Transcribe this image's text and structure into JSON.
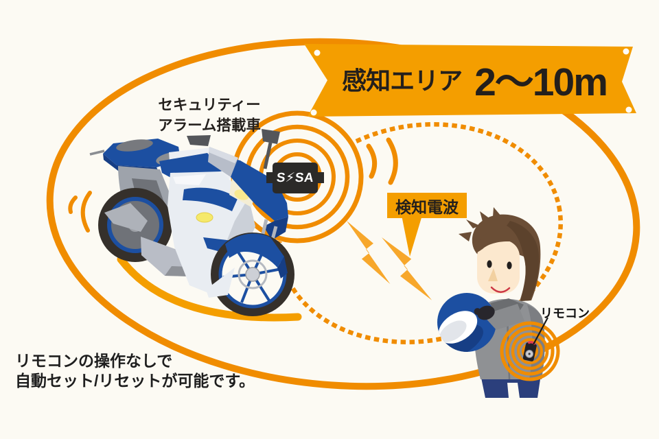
{
  "banner": {
    "label": "感知エリア",
    "value": "2〜10m"
  },
  "vehicle_label": {
    "line1": "セキュリティー",
    "line2": "アラーム搭載車"
  },
  "alarm_unit": {
    "label": "S⚡SA"
  },
  "wave_tag": {
    "label": "検知電波"
  },
  "remote_tag": {
    "label": "リモコン"
  },
  "caption": {
    "line1": "リモコンの操作なしで",
    "line2": "自動セット/リセットが可能です。"
  },
  "colors": {
    "orange": "#F49E00",
    "deep": "#F08C00",
    "bolt": "#F7A72B",
    "blue": "#1C4FA1",
    "bluedark": "#163E85",
    "bg": "#FCFAF3",
    "ink": "#231F1C"
  }
}
